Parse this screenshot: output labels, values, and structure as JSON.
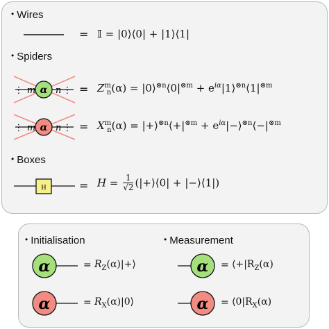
{
  "sections": {
    "wires": {
      "bullet": "•",
      "heading": "Wires"
    },
    "spiders": {
      "bullet": "•",
      "heading": "Spiders"
    },
    "boxes": {
      "bullet": "•",
      "heading": "Boxes"
    },
    "initialisation": {
      "bullet": "•",
      "heading": "Initialisation"
    },
    "measurement": {
      "bullet": "•",
      "heading": "Measurement"
    }
  },
  "equals": "=",
  "diagram_labels": {
    "m": "m",
    "n": "n",
    "alpha": "α",
    "dots": "⋮",
    "hadamard": "H"
  },
  "formulas": {
    "wire_identity": "𝕀 = |0⟩⟨0| + |1⟩⟨1|",
    "z_spider_lhs": "Z",
    "z_spider_sup": "m",
    "z_spider_sub": "n",
    "z_spider_arg": "(α) = |0⟩",
    "z_spider_t1": "⊗n",
    "z_spider_mid": "⟨0|",
    "z_spider_t2": "⊗m",
    "z_spider_plus": " + e",
    "z_spider_phase": "iα",
    "z_spider_ket1": "|1⟩",
    "z_spider_t3": "⊗n",
    "z_spider_bra1": "⟨1|",
    "z_spider_t4": "⊗m",
    "x_spider_lhs": "X",
    "x_spider_sup": "m",
    "x_spider_sub": "n",
    "x_spider_arg": "(α) = |+⟩",
    "x_spider_t1": "⊗n",
    "x_spider_mid": "⟨+|",
    "x_spider_t2": "⊗m",
    "x_spider_plus": " + e",
    "x_spider_phase": "iα",
    "x_spider_ket1": "|−⟩",
    "x_spider_t3": "⊗n",
    "x_spider_bra1": "⟨−|",
    "x_spider_t4": "⊗m",
    "hadamard_lhs": "H",
    "hadamard_eq": " = ",
    "hadamard_num": "1",
    "hadamard_den": "√2",
    "hadamard_rhs": "(|+⟩⟨0| + |−⟩⟨1|)",
    "init_z": "R",
    "init_z_sub": "Z",
    "init_z_rest": "(α)|+⟩",
    "init_x": "R",
    "init_x_sub": "X",
    "init_x_rest": "(α)|0⟩",
    "meas_z_pre": "⟨+|R",
    "meas_z_sub": "Z",
    "meas_z_rest": "(α)",
    "meas_x_pre": "⟨0|R",
    "meas_x_sub": "X",
    "meas_x_rest": "(α)"
  },
  "colors": {
    "z_spider_fill": "#a5e07d",
    "x_spider_fill": "#f28b82",
    "hadamard_fill": "#f6f08a",
    "cross": "#f28b82"
  }
}
